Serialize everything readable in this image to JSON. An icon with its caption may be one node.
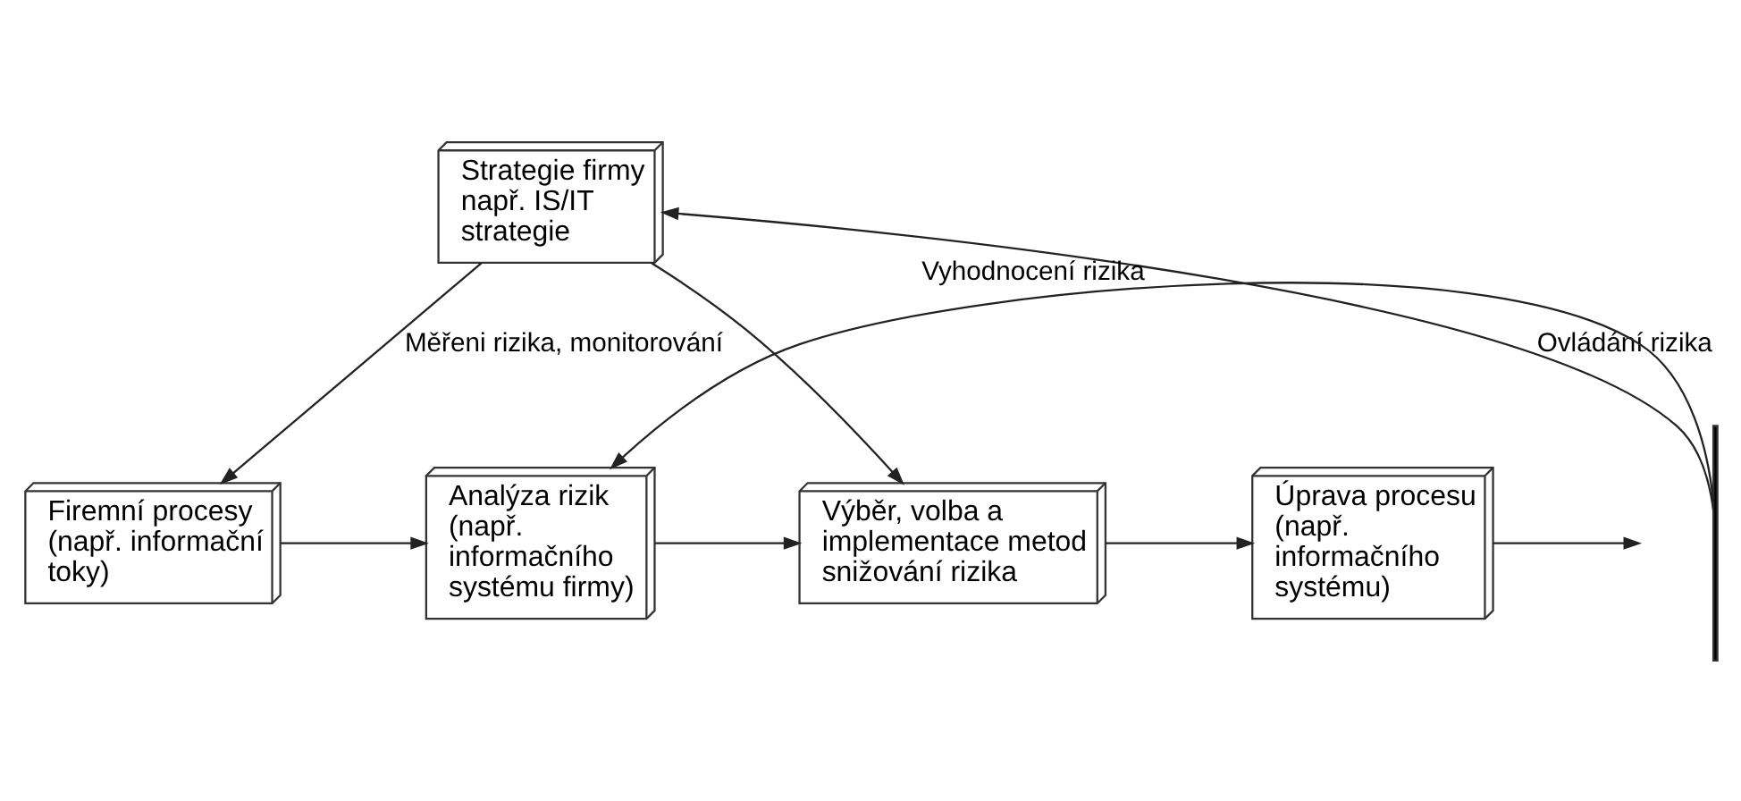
{
  "diagram": {
    "nodes": [
      {
        "text": [
          "Strategie firmy",
          "např. IS/IT strategie"
        ]
      },
      {
        "text": [
          "Firemní procesy (např. informační toky)"
        ]
      },
      {
        "text": [
          "Analýza rizik (např. informačního systému firmy)"
        ]
      },
      {
        "text": [
          "Výběr, volba a implementace metod snižování rizika"
        ]
      },
      {
        "text": [
          "Úprava procesu (např. informačního systému)"
        ]
      },
      {
        "text": [],
        "shape": "bar"
      }
    ],
    "edges": [
      {
        "from": 0,
        "to": 1,
        "label": "Měřeni rizika, monitorování",
        "arrow": "to"
      },
      {
        "from": 0,
        "to": 3,
        "arrow": "to"
      },
      {
        "from": 1,
        "to": 2,
        "arrow": "to"
      },
      {
        "from": 2,
        "to": 3,
        "arrow": "to"
      },
      {
        "from": 3,
        "to": 4,
        "arrow": "to"
      },
      {
        "from": 4,
        "to": null,
        "arrow": "to"
      },
      {
        "from": 5,
        "to": 0,
        "label": "Ovládání rizika",
        "arrow": "to"
      },
      {
        "from": 5,
        "to": 2,
        "label": "Vyhodnocení rizika",
        "arrow": "to"
      }
    ]
  }
}
